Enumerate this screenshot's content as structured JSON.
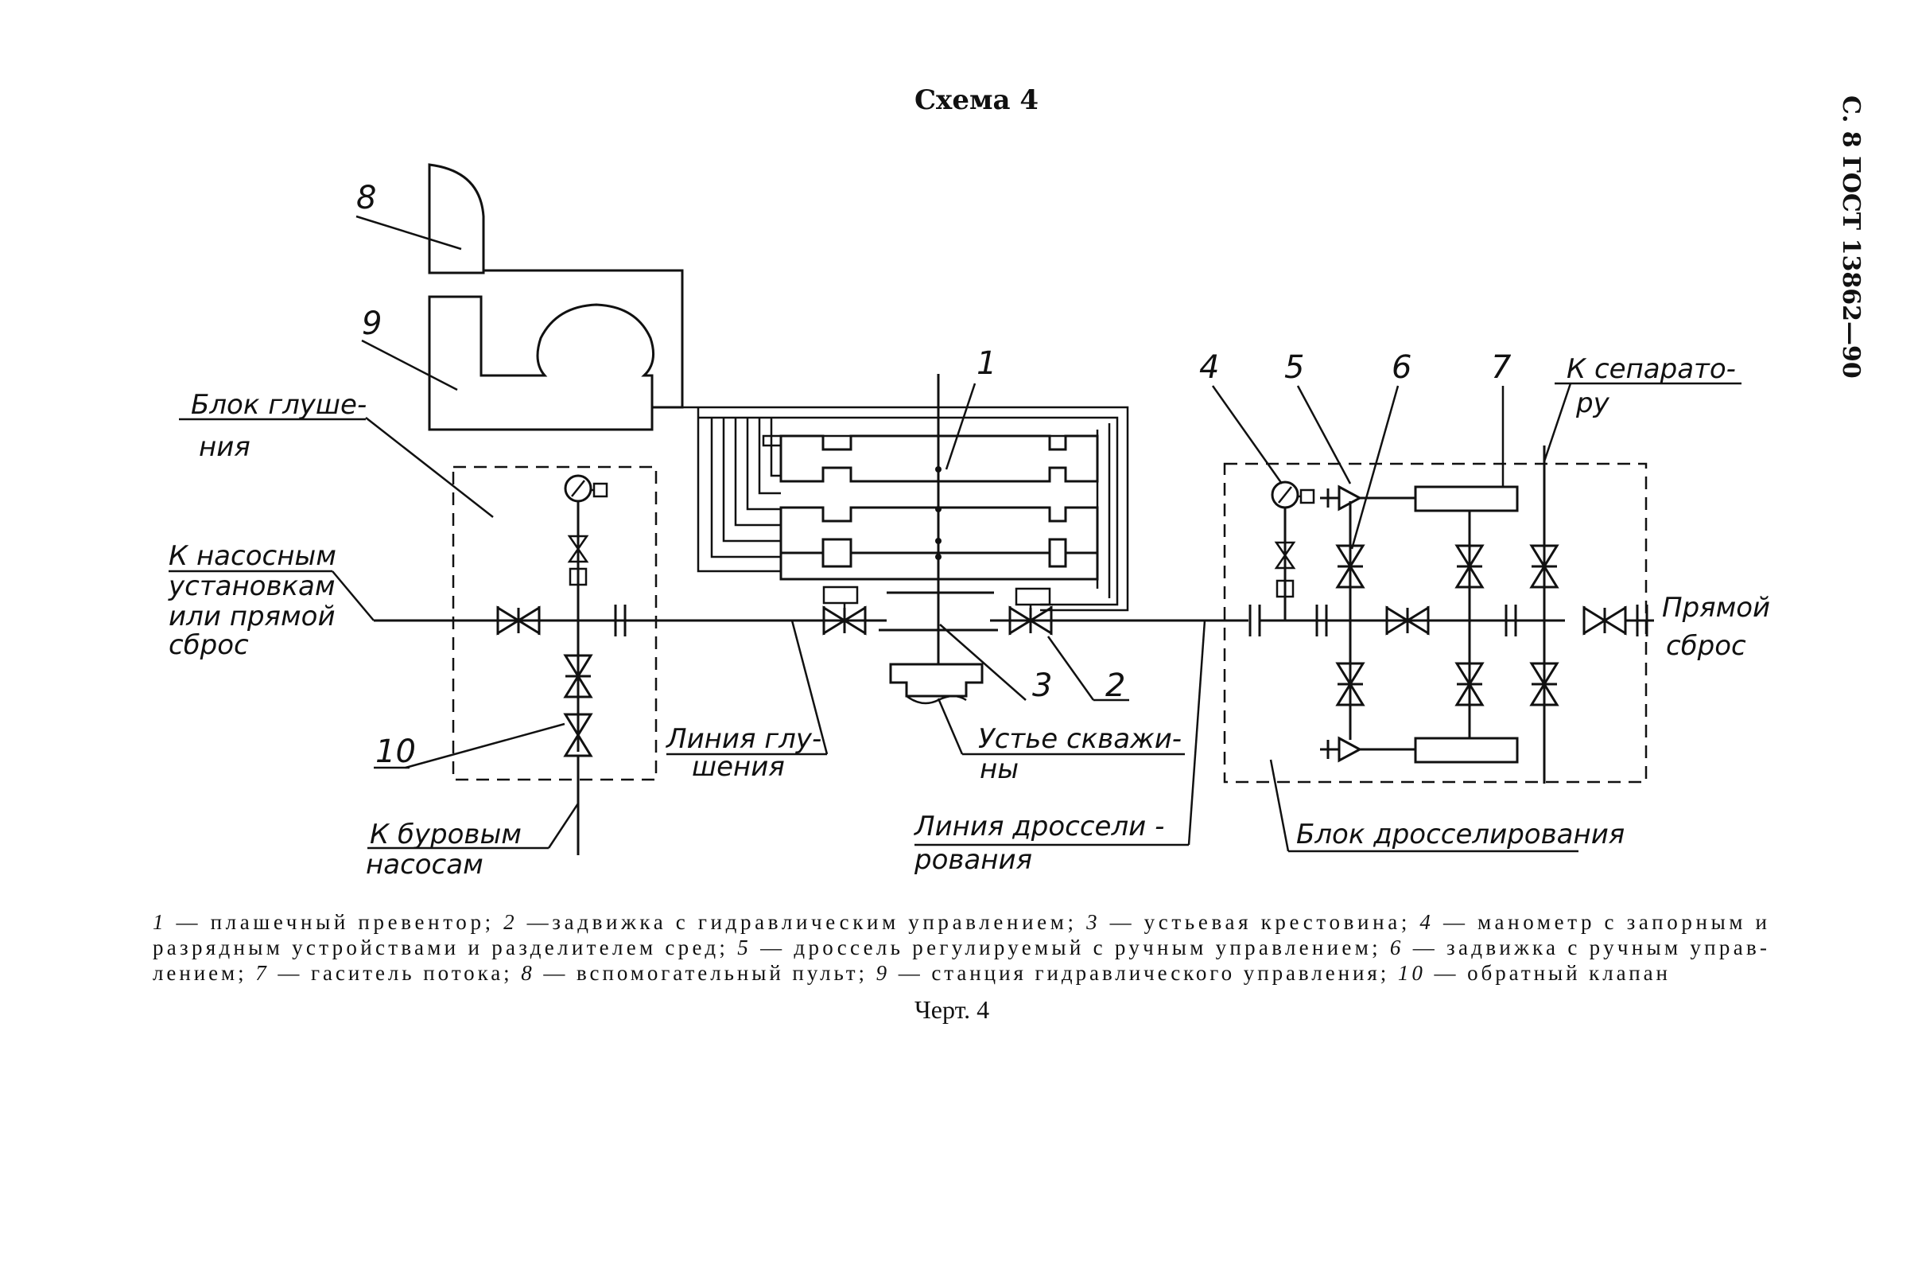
{
  "header": {
    "title": "Схема 4",
    "side_text": "С. 8 ГОСТ 13862—90"
  },
  "labels": {
    "n1": "1",
    "n2": "2",
    "n3": "3",
    "n4": "4",
    "n5": "5",
    "n6": "6",
    "n7": "7",
    "n8": "8",
    "n9": "9",
    "n10": "10",
    "blok_glushenia_1": "Блок глуше-",
    "blok_glushenia_2": "ния",
    "k_nasosnym_1": "К насосным",
    "k_nasosnym_2": "установкам",
    "k_nasosnym_3": "или прямой",
    "k_nasosnym_4": "сброс",
    "k_burovym_1": "К буровым",
    "k_burovym_2": "насосам",
    "linia_glushenia_1": "Линия глу-",
    "linia_glushenia_2": "шения",
    "ustie_1": "Устье скважи-",
    "ustie_2": "ны",
    "linia_dross_1": "Линия   дроссели -",
    "linia_dross_2": "рования",
    "blok_dross": "Блок дросселирования",
    "k_separatoru_1": "К сепарато-",
    "k_separatoru_2": "ру",
    "pryamoi_1": "Прямой",
    "pryamoi_2": "сброс"
  },
  "caption": {
    "line1": [
      {
        "n": "1",
        "t": " — плашечный превентор; "
      },
      {
        "n": "2",
        "t": " —задвижка с гидравлическим управлением; "
      },
      {
        "n": "3",
        "t": " — устьевая крестовина; "
      },
      {
        "n": "4",
        "t": " — манометр с запорным и"
      }
    ],
    "line2": [
      {
        "n": "",
        "t": "разрядным устройствами и разделителем сред; "
      },
      {
        "n": "5",
        "t": " — дроссель регулируемый с ручным управлением; "
      },
      {
        "n": "6",
        "t": " — задвижка с ручным управ-"
      }
    ],
    "line3": [
      {
        "n": "",
        "t": "лением; "
      },
      {
        "n": "7",
        "t": " — гаситель потока; "
      },
      {
        "n": "8",
        "t": " — вспомогательный пульт; "
      },
      {
        "n": "9",
        "t": " — станция гидравлического управления; "
      },
      {
        "n": "10",
        "t": " — обратный клапан"
      }
    ],
    "figure": "Черт. 4"
  }
}
